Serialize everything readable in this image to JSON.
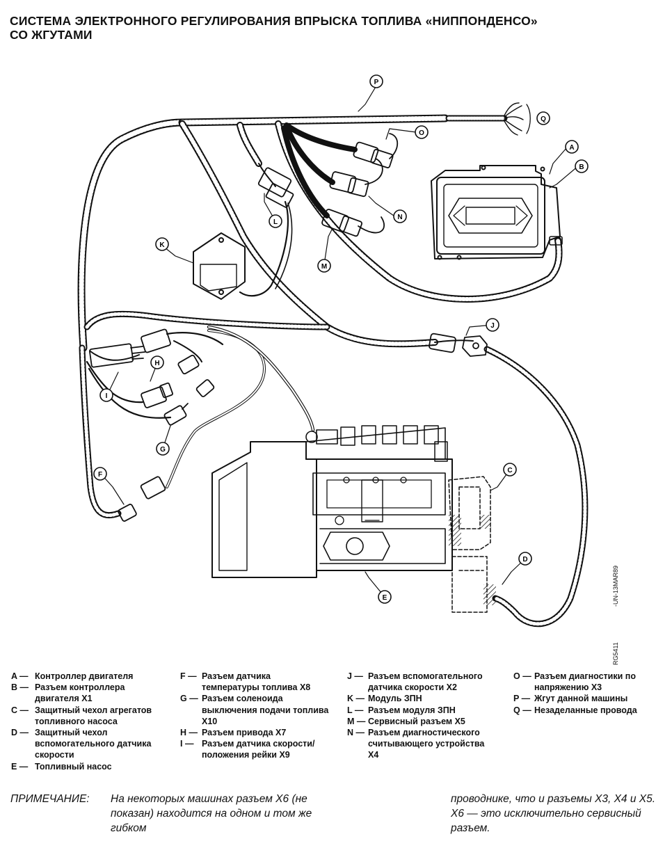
{
  "title": {
    "line1": "СИСТЕМА ЭЛЕКТРОННОГО РЕГУЛИРОВАНИЯ ВПРЫСКА ТОПЛИВА «НИППОНДЕНСО»",
    "line2": "СО ЖГУТАМИ"
  },
  "callouts": [
    "A",
    "B",
    "C",
    "D",
    "E",
    "F",
    "G",
    "H",
    "I",
    "J",
    "K",
    "L",
    "M",
    "N",
    "O",
    "P",
    "Q"
  ],
  "side_codes": {
    "upper": "-UN-13MAR89",
    "lower": "RG5411"
  },
  "legend": [
    [
      {
        "key": "A —",
        "text": "Контроллер двигателя"
      },
      {
        "key": "B —",
        "text": "Разъем контроллера двигателя X1"
      },
      {
        "key": "C —",
        "text": "Защитный чехол агрегатов топливного насоса"
      },
      {
        "key": "D —",
        "text": "Защитный чехол вспомогательного датчика скорости"
      },
      {
        "key": "E —",
        "text": "Топливный насос"
      }
    ],
    [
      {
        "key": "F —",
        "text": "Разъем датчика температуры топлива X8"
      },
      {
        "key": "G —",
        "text": "Разъем соленоида выключения подачи топлива X10"
      },
      {
        "key": "H —",
        "text": "Разъем привода X7"
      },
      {
        "key": "I —",
        "text": "Разъем датчика скорости/положения рейки X9"
      }
    ],
    [
      {
        "key": "J —",
        "text": "Разъем вспомогательного датчика скорости X2"
      },
      {
        "key": "K —",
        "text": "Модуль ЗПН"
      },
      {
        "key": "L —",
        "text": "Разъем модуля ЗПН"
      },
      {
        "key": "M —",
        "text": "Сервисный разъем X5"
      },
      {
        "key": "N —",
        "text": "Разъем диагностического считывающего устройства X4"
      }
    ],
    [
      {
        "key": "O —",
        "text": "Разъем диагностики по напряжению X3"
      },
      {
        "key": "P —",
        "text": "Жгут данной машины"
      },
      {
        "key": "Q —",
        "text": "Незаделанные провода"
      }
    ]
  ],
  "note": {
    "label": "ПРИМЕЧАНИЕ:",
    "left": "На некоторых машинах разъем X6 (не показан) находится на одном и том же гибком",
    "right": "проводнике, что и разъемы X3, X4 и X5. X6 — это исключительно сервисный разъем."
  }
}
